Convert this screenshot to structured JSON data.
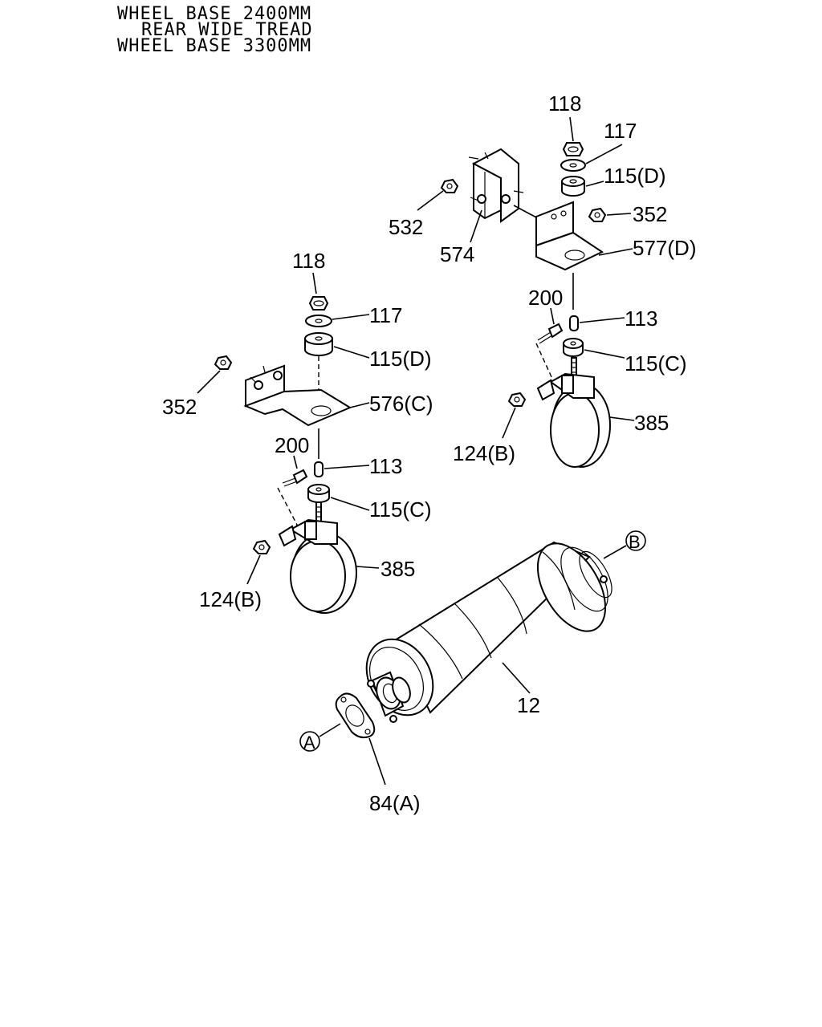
{
  "header": {
    "line1": "WHEEL BASE 2400MM",
    "line2": "REAR WIDE TREAD",
    "line3": "WHEEL BASE 3300MM"
  },
  "right_assembly": {
    "nut_118": "118",
    "washer_117": "117",
    "rubber_115d": "115(D)",
    "nut_532": "532",
    "nut_352": "352",
    "bracket_574": "574",
    "bracket_577d": "577(D)",
    "bolt_200": "200",
    "spacer_113": "113",
    "rubber_115c": "115(C)",
    "nut_124b": "124(B)",
    "clamp_385": "385"
  },
  "left_assembly": {
    "nut_118": "118",
    "washer_117": "117",
    "rubber_115d": "115(D)",
    "nut_352": "352",
    "bracket_576c": "576(C)",
    "bolt_200": "200",
    "spacer_113": "113",
    "rubber_115c": "115(C)",
    "nut_124b": "124(B)",
    "clamp_385": "385"
  },
  "muffler": {
    "label": "12",
    "ref_b": "B",
    "ref_a": "A",
    "gasket": "84(A)"
  }
}
